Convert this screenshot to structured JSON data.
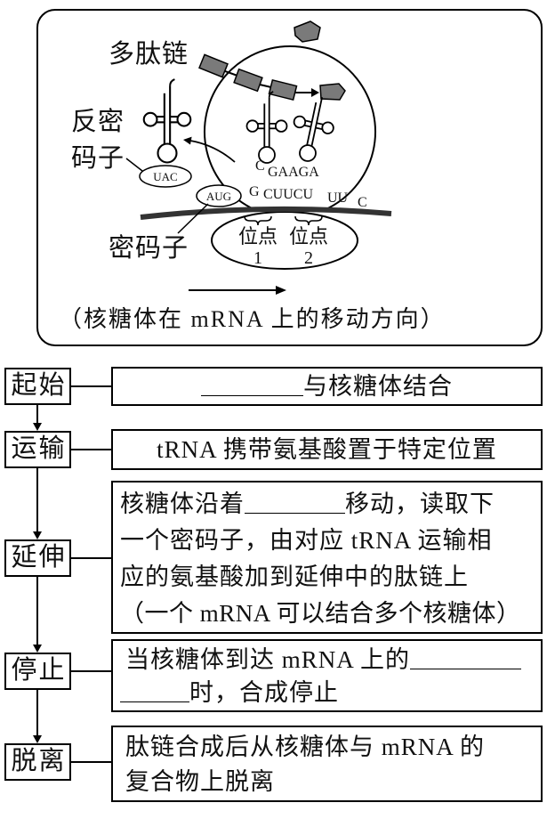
{
  "figure": {
    "polypeptide_label": "多肽链",
    "anticodon_label_line1": "反密",
    "anticodon_label_line2": "码子",
    "codon_label": "密码子",
    "released_trna_anticodon": "UAC",
    "start_codon": "AUG",
    "anticodon_row": [
      "C",
      "GAAGA"
    ],
    "codon_row": [
      "G",
      "CUUCU",
      "UU",
      "C"
    ],
    "sites": [
      {
        "label": "位点",
        "number": "1"
      },
      {
        "label": "位点",
        "number": "2"
      }
    ],
    "caption": "（核糖体在 mRNA 上的移动方向）"
  },
  "flow": {
    "start": {
      "label": "起始",
      "text": "与核糖体结合"
    },
    "transport": {
      "label": "运输",
      "text": "tRNA 携带氨基酸置于特定位置"
    },
    "elongation": {
      "label": "延伸",
      "line1_before": "核糖体沿着",
      "line1_after": "移动，读取下",
      "line2": "一个密码子，由对应 tRNA 运输相",
      "line3": "应的氨基酸加到延伸中的肽链上",
      "line4": "（一个 mRNA 可以结合多个核糖体）"
    },
    "termination": {
      "label": "停止",
      "line1": "当核糖体到达 mRNA 上的",
      "line2": "时，合成停止"
    },
    "release": {
      "label": "脱离",
      "line1": "肽链合成后从核糖体与 mRNA 的",
      "line2": "复合物上脱离"
    }
  }
}
